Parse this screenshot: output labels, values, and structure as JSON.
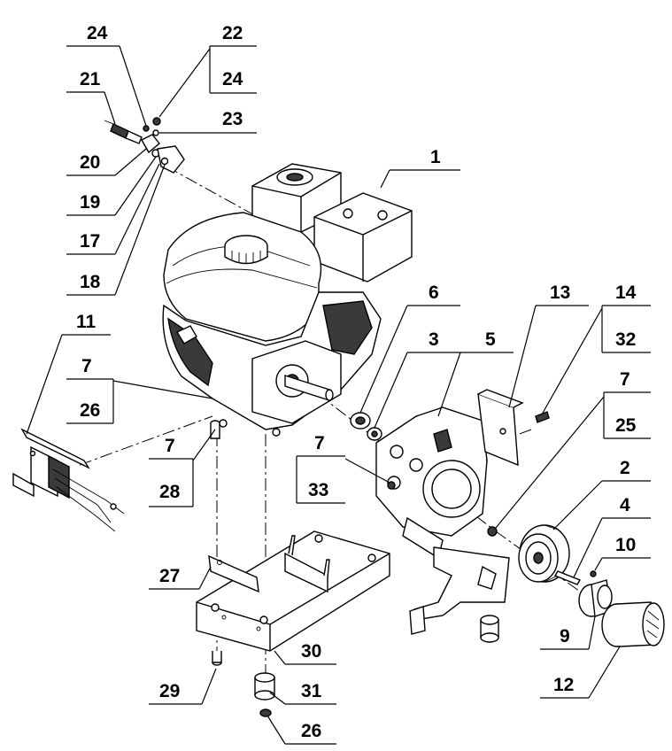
{
  "diagram": {
    "callouts": [
      {
        "id": "c24a",
        "text": "24"
      },
      {
        "id": "c22",
        "text": "22"
      },
      {
        "id": "c24b",
        "text": "24"
      },
      {
        "id": "c21",
        "text": "21"
      },
      {
        "id": "c23",
        "text": "23"
      },
      {
        "id": "c20",
        "text": "20"
      },
      {
        "id": "c1",
        "text": "1"
      },
      {
        "id": "c19",
        "text": "19"
      },
      {
        "id": "c17",
        "text": "17"
      },
      {
        "id": "c18",
        "text": "18"
      },
      {
        "id": "c6",
        "text": "6"
      },
      {
        "id": "c13",
        "text": "13"
      },
      {
        "id": "c14",
        "text": "14"
      },
      {
        "id": "c11",
        "text": "11"
      },
      {
        "id": "c3",
        "text": "3"
      },
      {
        "id": "c5",
        "text": "5"
      },
      {
        "id": "c32",
        "text": "32"
      },
      {
        "id": "c7a",
        "text": "7"
      },
      {
        "id": "c26a",
        "text": "26"
      },
      {
        "id": "c7b",
        "text": "7"
      },
      {
        "id": "c25",
        "text": "25"
      },
      {
        "id": "c7c",
        "text": "7"
      },
      {
        "id": "c7d",
        "text": "7"
      },
      {
        "id": "c2",
        "text": "2"
      },
      {
        "id": "c33",
        "text": "33"
      },
      {
        "id": "c28",
        "text": "28"
      },
      {
        "id": "c4",
        "text": "4"
      },
      {
        "id": "c10",
        "text": "10"
      },
      {
        "id": "c27",
        "text": "27"
      },
      {
        "id": "c9",
        "text": "9"
      },
      {
        "id": "c30",
        "text": "30"
      },
      {
        "id": "c12",
        "text": "12"
      },
      {
        "id": "c29",
        "text": "29"
      },
      {
        "id": "c31",
        "text": "31"
      },
      {
        "id": "c26b",
        "text": "26"
      }
    ]
  }
}
